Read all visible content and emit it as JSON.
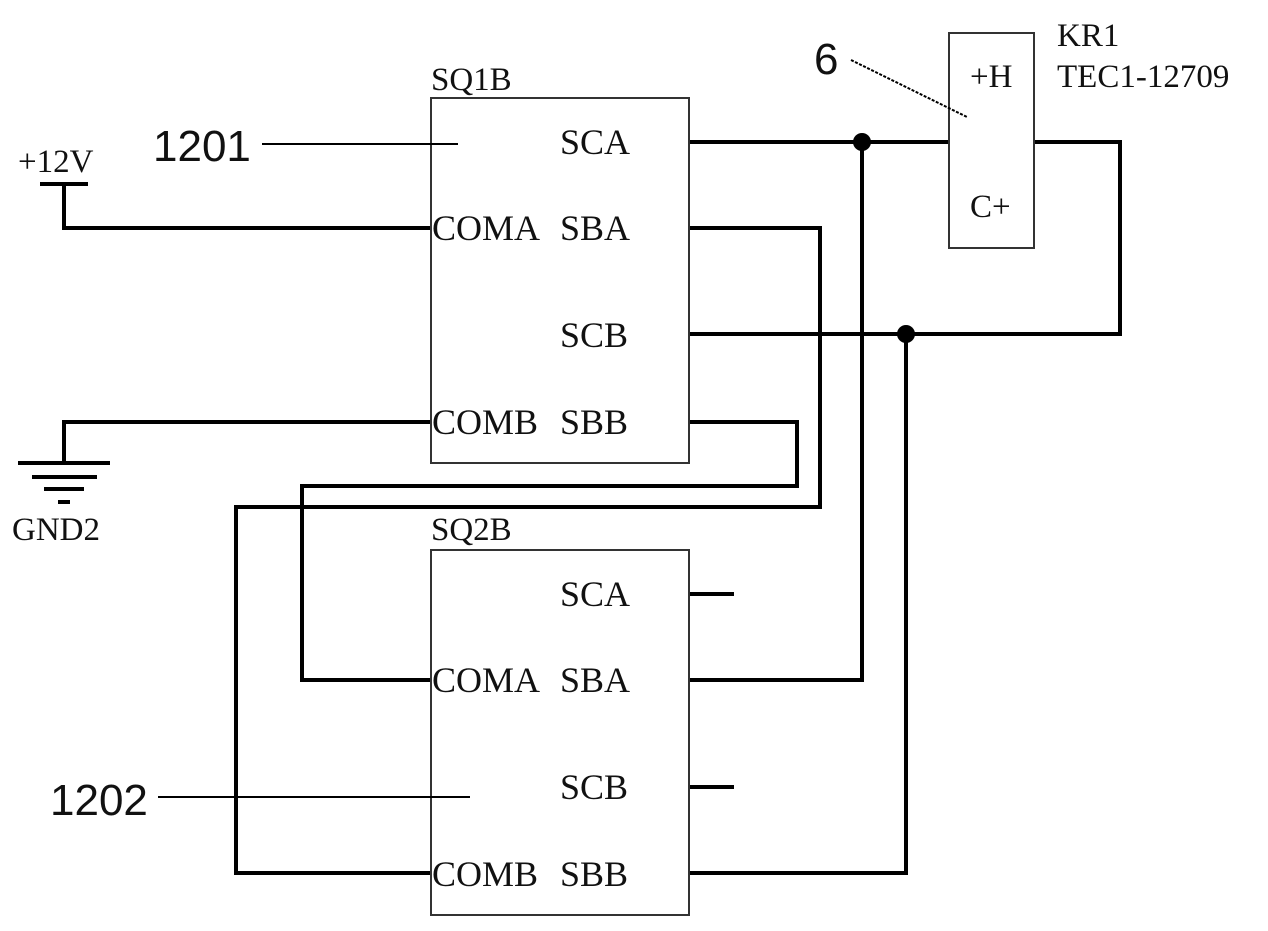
{
  "diagram": {
    "type": "circuit-schematic",
    "components": {
      "sq1b": {
        "refdes": "SQ1B",
        "pins": {
          "sca": "SCA",
          "coma": "COMA",
          "sba": "SBA",
          "scb": "SCB",
          "comb": "COMB",
          "sbb": "SBB"
        }
      },
      "sq2b": {
        "refdes": "SQ2B",
        "pins": {
          "sca": "SCA",
          "coma": "COMA",
          "sba": "SBA",
          "scb": "SCB",
          "comb": "COMB",
          "sbb": "SBB"
        }
      },
      "kr1": {
        "refdes": "KR1",
        "part": "TEC1-12709",
        "pins": {
          "h_plus": "+H",
          "c_plus": "C+"
        }
      },
      "power": {
        "label": "+12V"
      },
      "ground": {
        "label": "GND2"
      }
    },
    "callouts": {
      "c1201": "1201",
      "c1202": "1202",
      "c6": "6"
    },
    "connections": [
      {
        "from": "+12V",
        "to": "SQ1B.COMA"
      },
      {
        "from": "GND2",
        "to": "SQ1B.COMB"
      },
      {
        "from": "SQ1B.SCA",
        "to": "KR1.+H"
      },
      {
        "from": "SQ1B.SCA",
        "to": "SQ2B.SBA",
        "junction": true
      },
      {
        "from": "SQ1B.SCB",
        "to": "KR1.C+"
      },
      {
        "from": "SQ1B.SCB",
        "to": "SQ2B.SBB",
        "junction": true
      },
      {
        "from": "SQ1B.SBA",
        "to": "SQ2B.COMB"
      },
      {
        "from": "SQ1B.SBB",
        "to": "SQ2B.COMA"
      }
    ],
    "unconnected_pins": [
      "SQ2B.SCA",
      "SQ2B.SCB"
    ]
  }
}
